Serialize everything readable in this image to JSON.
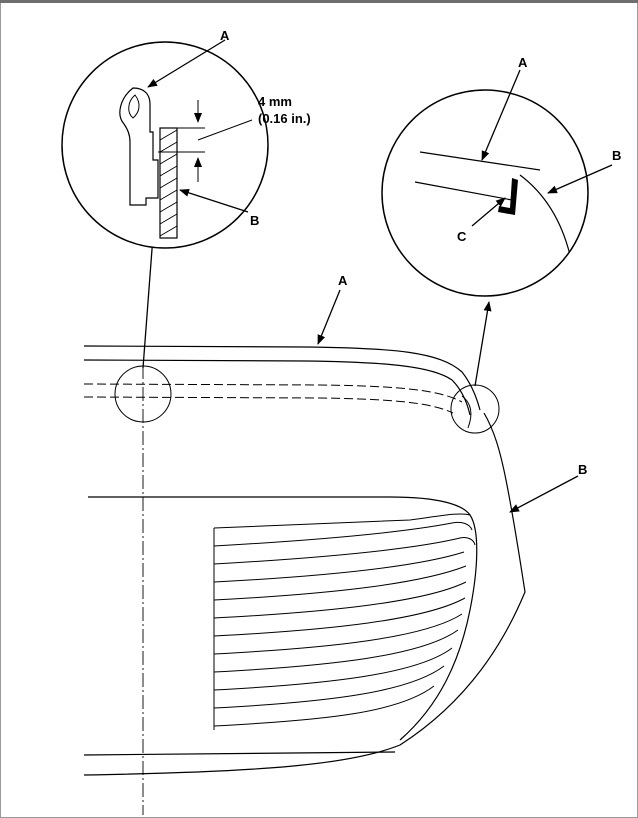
{
  "callouts": {
    "detail_left_a": "A",
    "detail_left_b": "B",
    "dimension_value": "4 mm",
    "dimension_inch": "(0.16 in.)",
    "detail_right_a": "A",
    "detail_right_b": "B",
    "detail_right_c": "C",
    "main_a": "A",
    "main_b": "B"
  }
}
